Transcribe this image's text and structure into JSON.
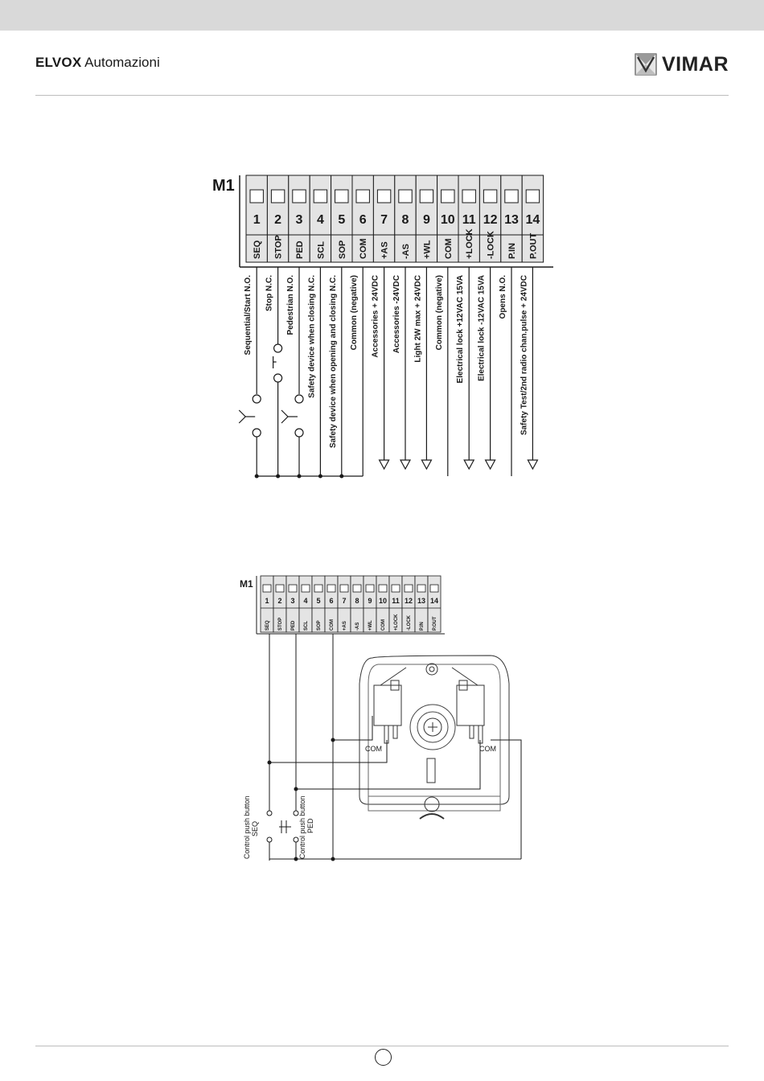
{
  "header": {
    "brand_bold": "ELVOX",
    "brand_rest": "Automazioni",
    "logo_text": "VIMAR"
  },
  "diagram1": {
    "block_label": "M1",
    "terminals": [
      {
        "num": "1",
        "abbr": "SEQ",
        "desc": "Sequential/Start N.O."
      },
      {
        "num": "2",
        "abbr": "STOP",
        "desc": "Stop N.C."
      },
      {
        "num": "3",
        "abbr": "PED",
        "desc": "Pedestrian N.O."
      },
      {
        "num": "4",
        "abbr": "SCL",
        "desc": "Safety device when closing N.C."
      },
      {
        "num": "5",
        "abbr": "SOP",
        "desc": "Safety device when opening and closing N.C."
      },
      {
        "num": "6",
        "abbr": "COM",
        "desc": "Common (negative)"
      },
      {
        "num": "7",
        "abbr": "+AS",
        "desc": "Accessories + 24VDC"
      },
      {
        "num": "8",
        "abbr": "-AS",
        "desc": "Accessories -24VDC"
      },
      {
        "num": "9",
        "abbr": "+WL",
        "desc": "Light 2W max + 24VDC"
      },
      {
        "num": "10",
        "abbr": "COM",
        "desc": "Common (negative)"
      },
      {
        "num": "11",
        "abbr": "+LOCK",
        "desc": "Electrical lock +12VAC 15VA"
      },
      {
        "num": "12",
        "abbr": "-LOCK",
        "desc": "Electrical lock -12VAC 15VA"
      },
      {
        "num": "13",
        "abbr": "P.IN",
        "desc": "Opens N.O."
      },
      {
        "num": "14",
        "abbr": "P.OUT",
        "desc": "Safety Test/2nd radio chan.pulse + 24VDC"
      }
    ]
  },
  "diagram2": {
    "block_label": "M1",
    "switch_left_label": "COM",
    "switch_right_label": "COM",
    "button_seq_label": "Control push button",
    "button_seq_sub": "SEQ",
    "button_ped_label": "Control push button",
    "button_ped_sub": "PED"
  },
  "footer": {
    "page_number": ""
  }
}
